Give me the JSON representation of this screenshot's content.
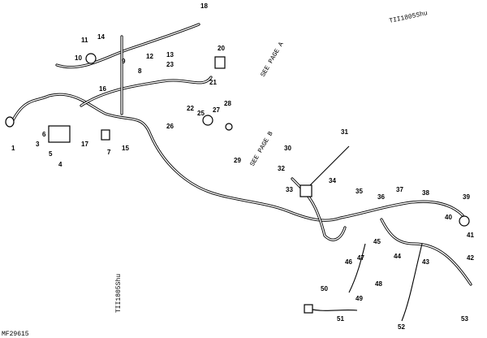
{
  "diagram": {
    "figure_id": "MF29615",
    "notes": [
      {
        "id": "note-top-right",
        "text": "TII1805Shu"
      },
      {
        "id": "note-diag-1",
        "text": "SEE PAGE A"
      },
      {
        "id": "note-diag-2",
        "text": "SEE PAGE B"
      },
      {
        "id": "note-vertical",
        "text": "TII1805Shu"
      }
    ],
    "callouts": [
      "18",
      "11",
      "14",
      "10",
      "12",
      "9",
      "13",
      "8",
      "23",
      "20",
      "21",
      "22",
      "25",
      "27",
      "28",
      "26",
      "1",
      "3",
      "4",
      "5",
      "6",
      "7",
      "16",
      "15",
      "17",
      "29",
      "30",
      "31",
      "32",
      "33",
      "34",
      "35",
      "36",
      "37",
      "38",
      "39",
      "40",
      "41",
      "42",
      "43",
      "44",
      "45",
      "46",
      "47",
      "48",
      "49",
      "50",
      "51",
      "52",
      "53"
    ]
  }
}
